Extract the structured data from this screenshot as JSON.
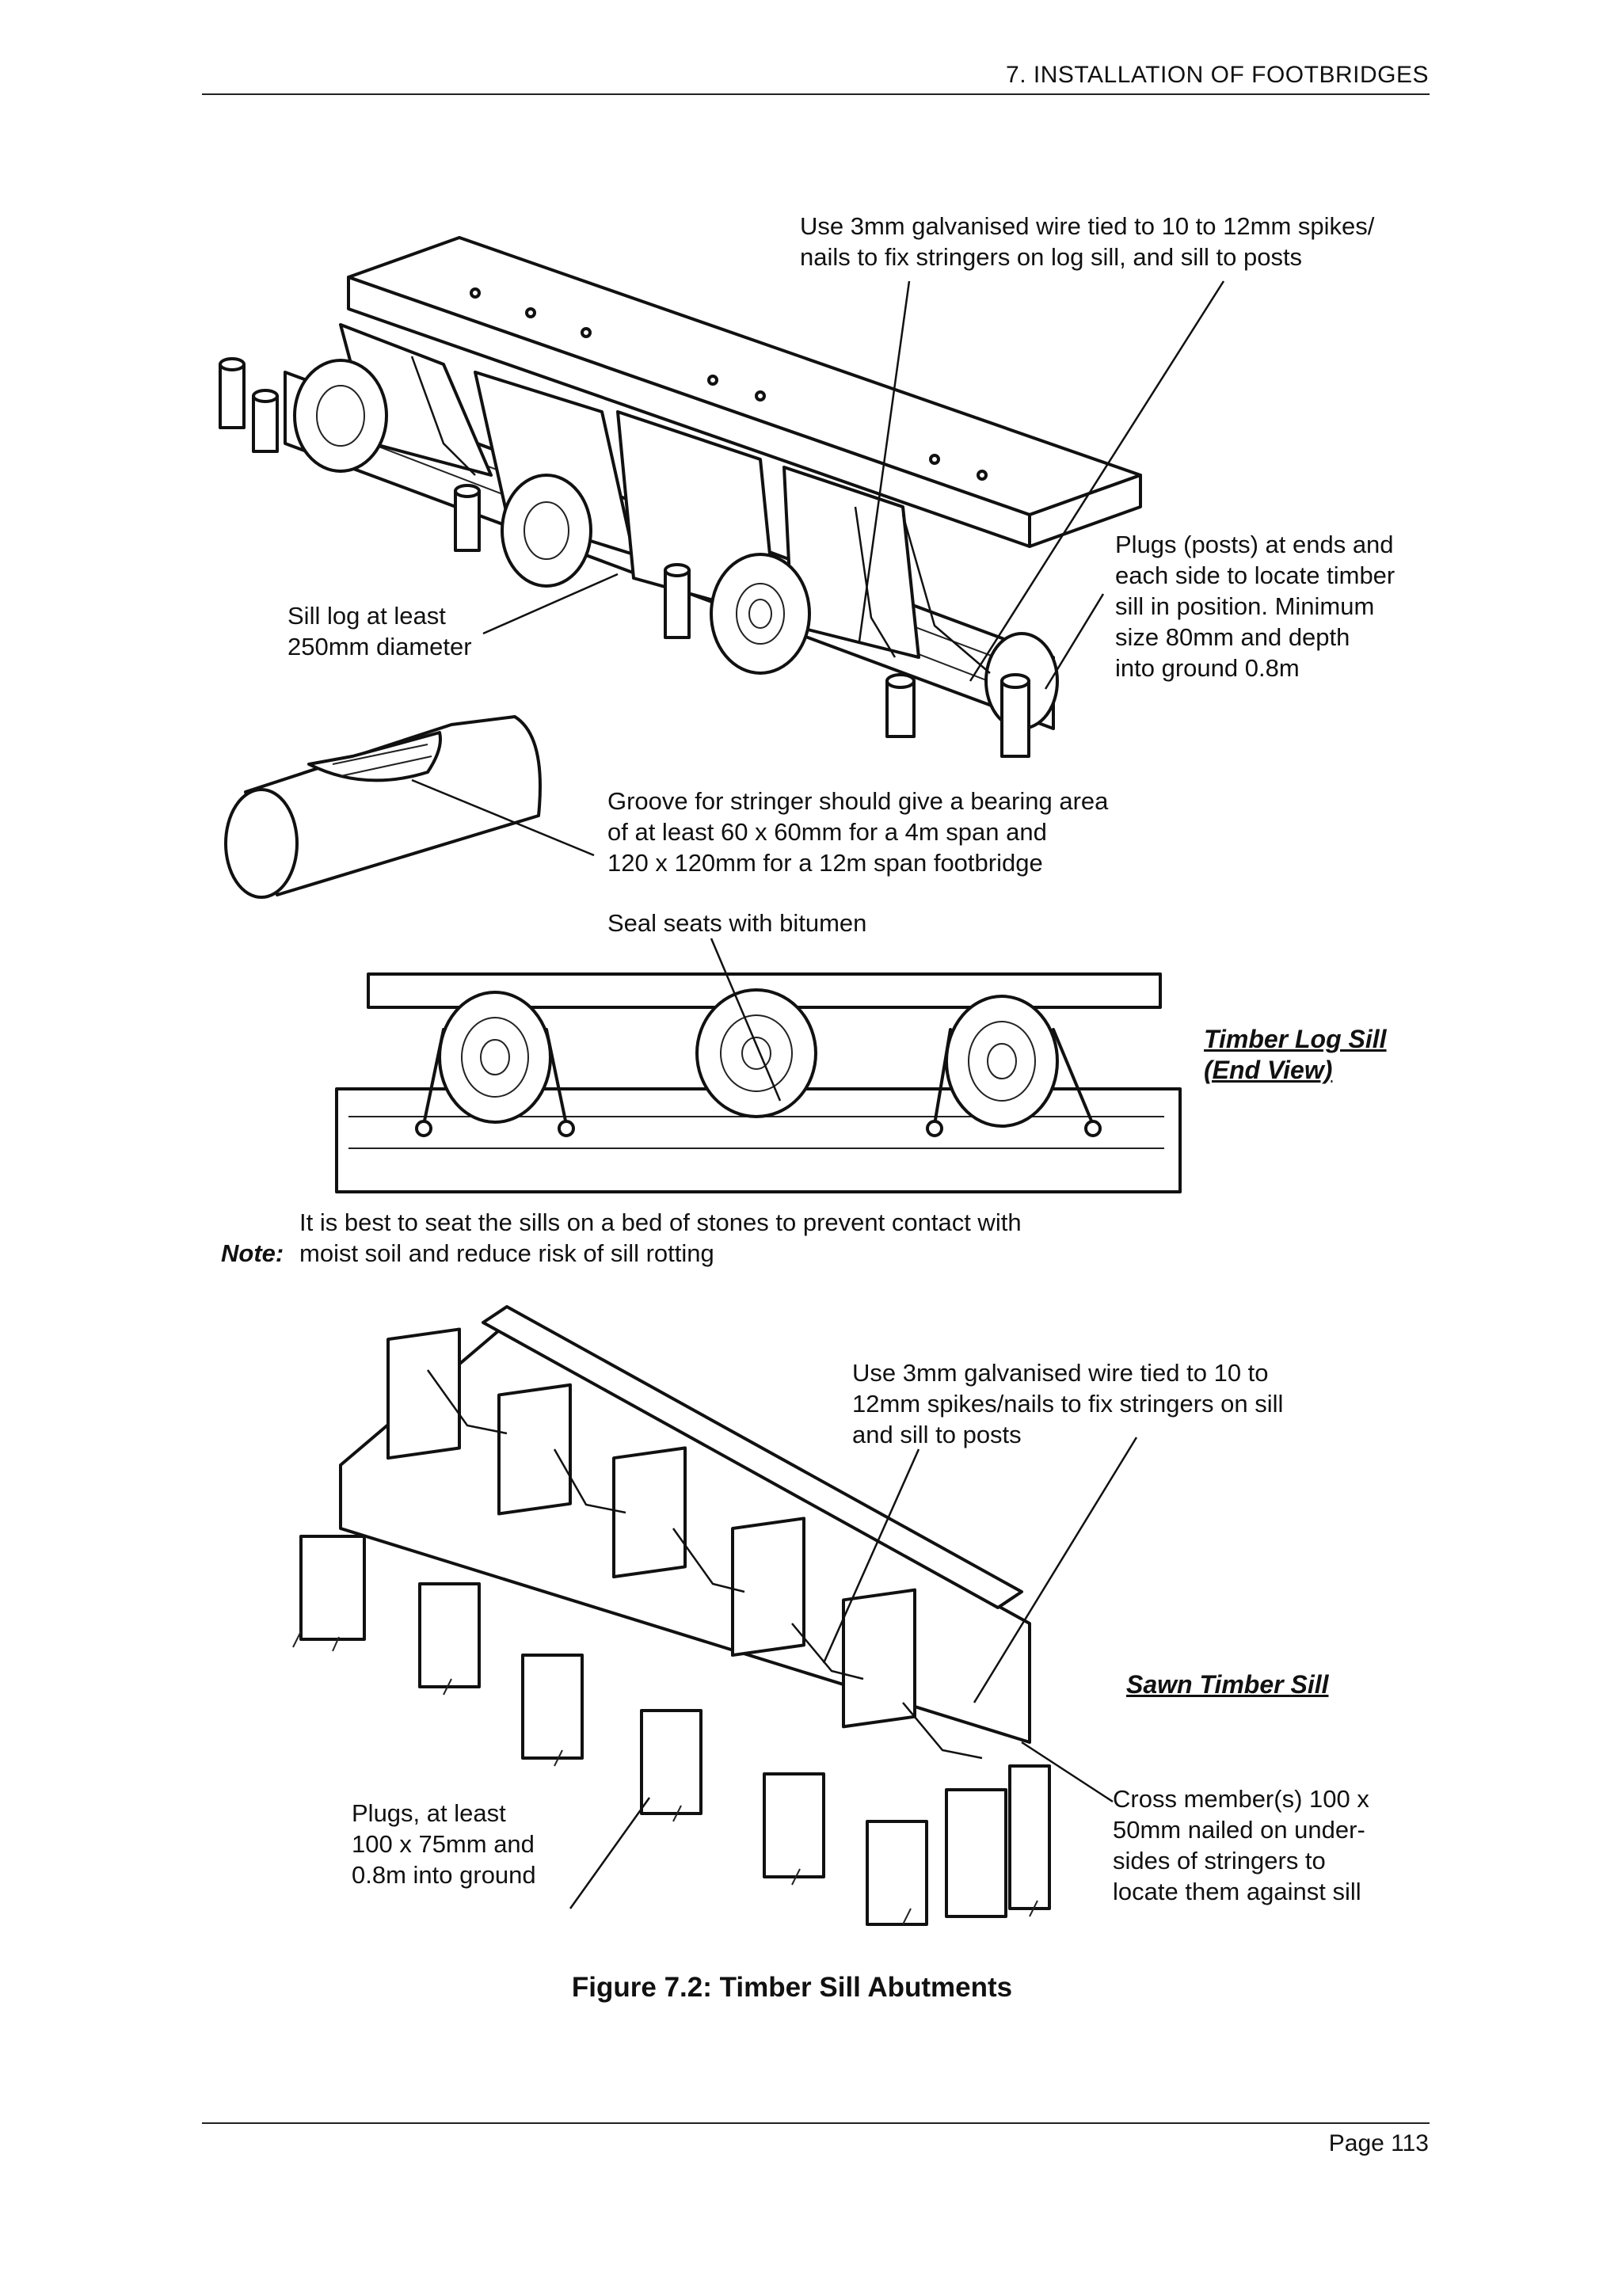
{
  "header": {
    "section_title": "7.  INSTALLATION OF FOOTBRIDGES"
  },
  "top_figure": {
    "wire_note": "Use 3mm galvanised wire tied to 10 to 12mm spikes/\nnails to fix stringers on log sill, and sill to posts",
    "plugs_note": "Plugs (posts) at ends and\neach side to locate timber\nsill in position. Minimum\nsize 80mm and depth\ninto ground 0.8m",
    "sill_log_note": "Sill log at least\n250mm diameter",
    "groove_note": "Groove for stringer should give a bearing area\nof at least 60 x 60mm for a 4m span and\n120 x 120mm for a 12m span footbridge",
    "seal_note": "Seal seats with bitumen",
    "end_view_title": "Timber Log Sill\n(End View)"
  },
  "note": {
    "label": "Note:",
    "text": "It is best to seat the sills on a bed of stones to prevent contact with\nmoist soil and reduce risk of sill rotting"
  },
  "bottom_figure": {
    "wire_note": "Use 3mm galvanised wire tied to 10 to\n12mm spikes/nails to fix stringers on sill\nand sill to posts",
    "title": "Sawn Timber Sill",
    "plugs_note": "Plugs, at least\n100 x 75mm and\n0.8m into ground",
    "cross_member_note": "Cross member(s) 100 x\n50mm nailed on under-\nsides of stringers to\nlocate them against sill"
  },
  "figure_caption": "Figure 7.2:  Timber Sill Abutments",
  "footer": {
    "page_number": "Page 113"
  }
}
